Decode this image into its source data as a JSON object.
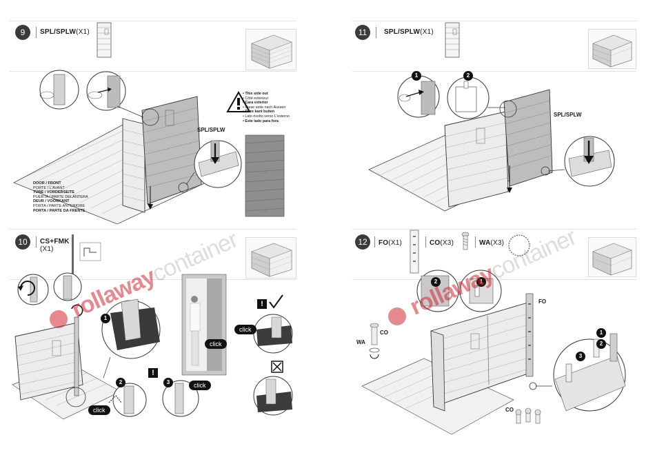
{
  "steps": {
    "s9": {
      "number": "9",
      "part": "SPL/SPLW",
      "qty": "(X1)",
      "panel_label": "SPL/SPLW",
      "door_languages": [
        "DOOR / FRONT",
        "PORTE / L'AVANT",
        "TÜRE / VORDERSEITE",
        "PUERTA / PARTE DELANTERA",
        "DEUR / VOORKANT",
        "PORTA / PARTE ANTERIORE",
        "PORTA / PARTE DA FRENTE"
      ],
      "side_out_languages": [
        "• This side out",
        "• Côté extérieur",
        "• Cara exterior",
        "• Diese seite nach Aussen",
        "• Deze kant buiten",
        "• Lato rivolto verso L'esterno",
        "• Este lado para fora"
      ]
    },
    "s10": {
      "number": "10",
      "part": "CS+FMK",
      "qty": "(X1)",
      "markers": [
        "1",
        "2",
        "3"
      ],
      "click": "click",
      "excl": "!"
    },
    "s11": {
      "number": "11",
      "part": "SPL/SPLW",
      "qty": "(X1)",
      "panel_label": "SPL/SPLW",
      "markers": [
        "1",
        "2"
      ]
    },
    "s12": {
      "number": "12",
      "parts": [
        {
          "name": "FO",
          "qty": "(X1)"
        },
        {
          "name": "CO",
          "qty": "(X3)"
        },
        {
          "name": "WA",
          "qty": "(X3)"
        }
      ],
      "fo_label": "FO",
      "co_label": "CO",
      "wa_label": "WA",
      "markers": [
        "1",
        "2",
        "3"
      ]
    }
  },
  "watermark": {
    "brand": "rollaway",
    "suffix": "container"
  }
}
